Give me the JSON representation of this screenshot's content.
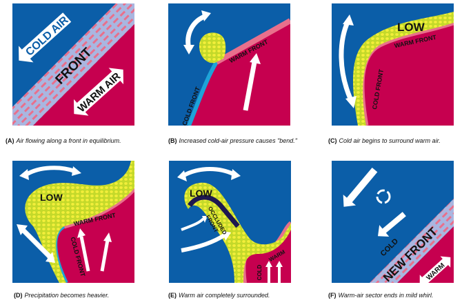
{
  "colors": {
    "cold": "#0b5ea8",
    "warm": "#c6004f",
    "front_pink": "#e8708c",
    "front_blue": "#a9b6e0",
    "precip": "#c4d92a",
    "precip_dot": "#f2ee3a",
    "cold_front": "#1ea3d8",
    "occluded": "#1e1850"
  },
  "panels": [
    {
      "id": "A",
      "caption_letter": "(A)",
      "caption": "Air flowing along a front in equilibrium.",
      "labels": {
        "cold": "COLD AIR",
        "front": "FRONT",
        "warm": "WARM AIR"
      }
    },
    {
      "id": "B",
      "caption_letter": "(B)",
      "caption": "Increased cold-air pressure causes \"bend.\"",
      "labels": {
        "cold_front": "COLD FRONT",
        "warm_front": "WARM FRONT"
      }
    },
    {
      "id": "C",
      "caption_letter": "(C)",
      "caption": "Cold air begins to surround warm air.",
      "labels": {
        "low": "LOW",
        "warm_front": "WARM FRONT",
        "cold_front": "COLD FRONT"
      }
    },
    {
      "id": "D",
      "caption_letter": "(D)",
      "caption": "Precipitation becomes heavier.",
      "labels": {
        "low": "LOW",
        "warm_front": "WARM FRONT",
        "cold_front": "COLD FRONT"
      }
    },
    {
      "id": "E",
      "caption_letter": "(E)",
      "caption": "Warm air completely surrounded.",
      "labels": {
        "low": "LOW",
        "occluded1": "OCCLUDED",
        "occluded2": "FRONT",
        "cold": "COLD",
        "warm": "WARM"
      }
    },
    {
      "id": "F",
      "caption_letter": "(F)",
      "caption": "Warm-air sector ends in mild whirl.",
      "labels": {
        "cold": "COLD",
        "front": "NEW FRONT",
        "warm": "WARM"
      }
    }
  ]
}
